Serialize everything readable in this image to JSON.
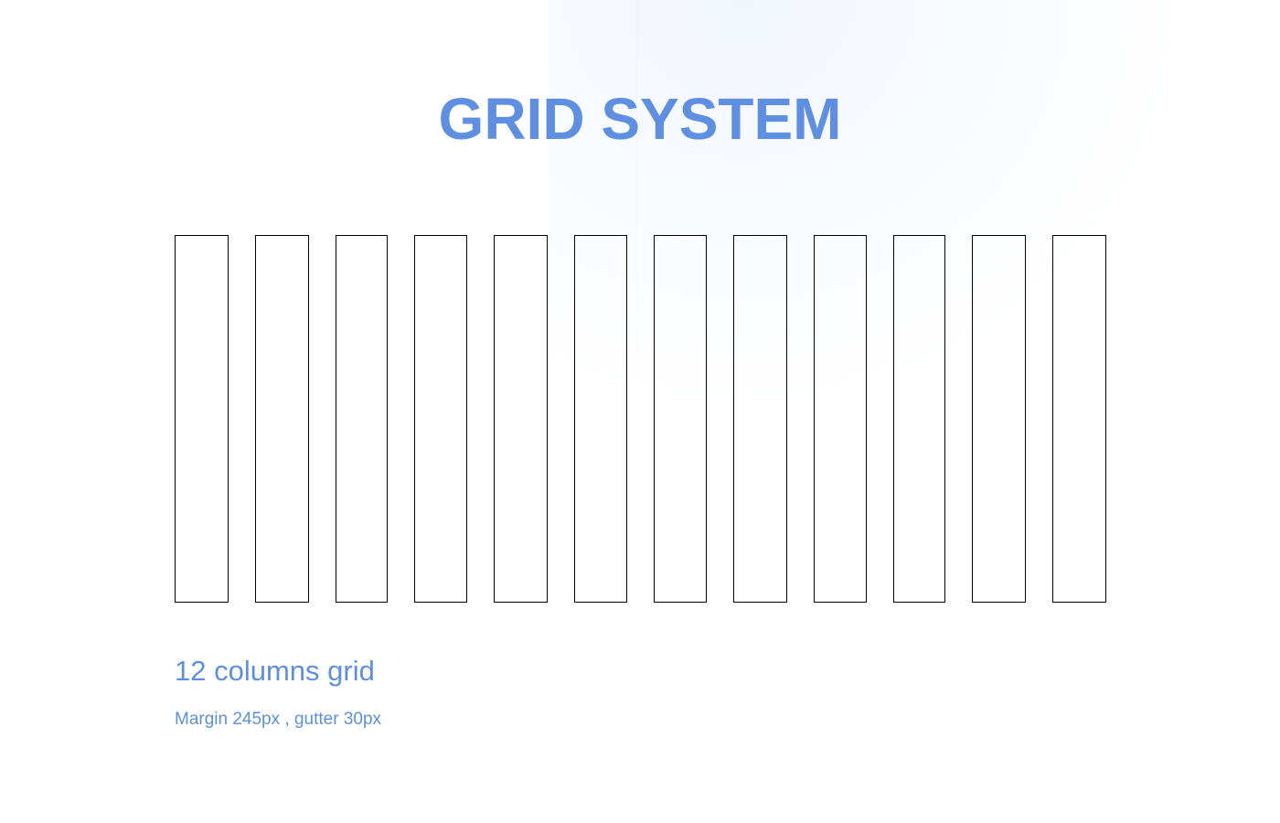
{
  "title": "GRID SYSTEM",
  "grid": {
    "column_count": 12
  },
  "caption": {
    "heading": "12 columns grid",
    "details": "Margin 245px , gutter 30px"
  },
  "colors": {
    "accent": "#5f8fe2",
    "column_border": "#000000"
  }
}
